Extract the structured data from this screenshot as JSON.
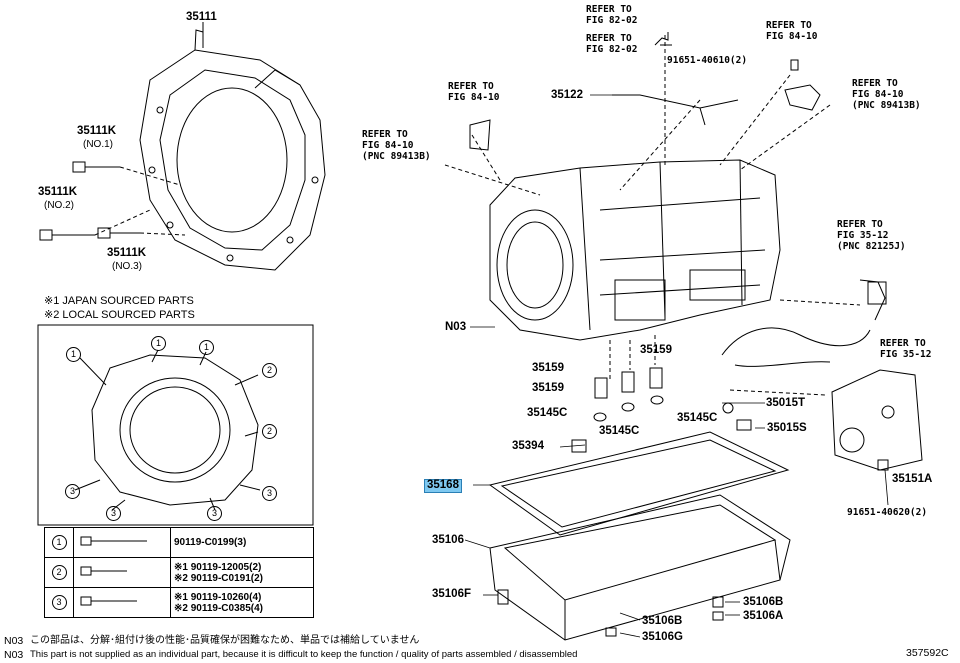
{
  "bell_housing": {
    "part": "35111",
    "bolt1": {
      "part": "35111K",
      "note": "(NO.1)"
    },
    "bolt2": {
      "part": "35111K",
      "note": "(NO.2)"
    },
    "bolt3": {
      "part": "35111K",
      "note": "(NO.3)"
    }
  },
  "legend": {
    "line1": "※1 JAPAN SOURCED PARTS",
    "line2": "※2 LOCAL SOURCED PARTS"
  },
  "circle_marks": {
    "one": "1",
    "two": "2",
    "three": "3"
  },
  "bolt_table": {
    "rows": [
      {
        "mark": "1",
        "parts": [
          "90119-C0199(3)"
        ]
      },
      {
        "mark": "2",
        "parts": [
          "※1 90119-12005(2)",
          "※2 90119-C0191(2)"
        ]
      },
      {
        "mark": "3",
        "parts": [
          "※1 90119-10260(4)",
          "※2 90119-C0385(4)"
        ]
      }
    ]
  },
  "references": {
    "fig82_a": [
      "REFER TO",
      "FIG 82-02"
    ],
    "fig82_b": [
      "REFER TO",
      "FIG 82-02"
    ],
    "fig84_top": [
      "REFER TO",
      "FIG 84-10"
    ],
    "fig84_right": [
      "REFER TO",
      "FIG 84-10",
      "(PNC 89413B)"
    ],
    "fig84_left_a": [
      "REFER TO",
      "FIG 84-10"
    ],
    "fig84_left_b": [
      "REFER TO",
      "FIG 84-10",
      "(PNC 89413B)"
    ],
    "fig35_top": [
      "REFER TO",
      "FIG 35-12",
      "(PNC 82125J)"
    ],
    "fig35_bottom": [
      "REFER TO",
      "FIG 35-12"
    ]
  },
  "parts": {
    "p91651_40610": "91651-40610(2)",
    "p35122": "35122",
    "n03": "N03",
    "p35159_a": "35159",
    "p35159_b": "35159",
    "p35159_c": "35159",
    "p35145c_a": "35145C",
    "p35145c_b": "35145C",
    "p35145c_c": "35145C",
    "p35015t": "35015T",
    "p35015s": "35015S",
    "p35394": "35394",
    "p35168": "35168",
    "p35151a": "35151A",
    "p91651_40620": "91651-40620(2)",
    "p35106": "35106",
    "p35106f": "35106F",
    "p35106b_a": "35106B",
    "p35106b_b": "35106B",
    "p35106a": "35106A",
    "p35106g": "35106G"
  },
  "footnote": {
    "jp_code": "N03",
    "jp_text": "この部品は、分解･組付け後の性能･品質確保が困難なため、単品では補給していません",
    "en_code": "N03",
    "en_text": "This part is not supplied as an individual part, because it is difficult to keep the function / quality of parts assembled / disassembled",
    "figure_id": "357592C"
  },
  "colors": {
    "highlight": "#7ec8f0",
    "line": "#000000"
  }
}
